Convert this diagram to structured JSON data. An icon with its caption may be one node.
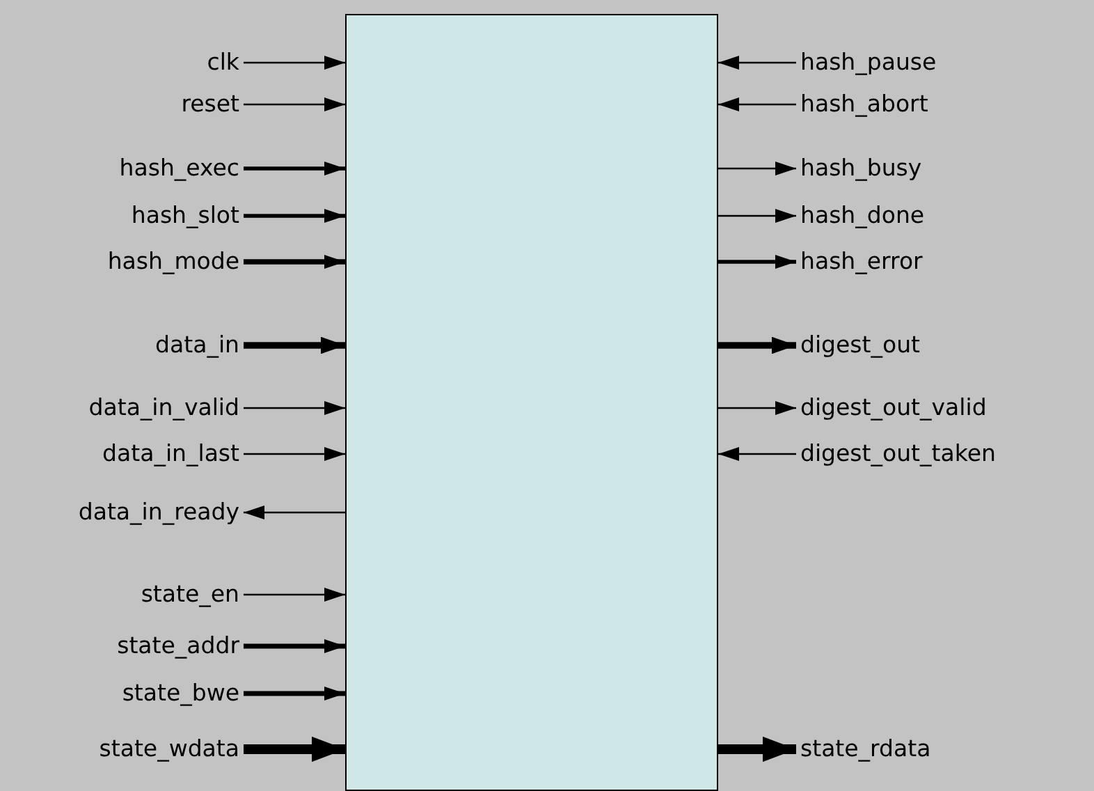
{
  "diagram": {
    "nodes": [
      {
        "text": [],
        "shape": "box"
      },
      {
        "text": [
          "clk"
        ]
      },
      {
        "text": [
          "reset"
        ]
      },
      {
        "text": [
          "hash_exec"
        ]
      },
      {
        "text": [
          "hash_slot"
        ]
      },
      {
        "text": [
          "hash_mode"
        ]
      },
      {
        "text": [
          "data_in"
        ]
      },
      {
        "text": [
          "data_in_valid"
        ]
      },
      {
        "text": [
          "data_in_last"
        ]
      },
      {
        "text": [
          "data_in_ready"
        ]
      },
      {
        "text": [
          "state_en"
        ]
      },
      {
        "text": [
          "state_addr"
        ]
      },
      {
        "text": [
          "state_bwe"
        ]
      },
      {
        "text": [
          "state_wdata"
        ]
      },
      {
        "text": [
          "hash_pause"
        ]
      },
      {
        "text": [
          "hash_abort"
        ]
      },
      {
        "text": [
          "hash_busy"
        ]
      },
      {
        "text": [
          "hash_done"
        ]
      },
      {
        "text": [
          "hash_error"
        ]
      },
      {
        "text": [
          "digest_out"
        ]
      },
      {
        "text": [
          "digest_out_valid"
        ]
      },
      {
        "text": [
          "digest_out_taken"
        ]
      },
      {
        "text": [
          "state_rdata"
        ]
      }
    ],
    "edges": [
      {
        "from": 1,
        "to": 0,
        "arrow": "to"
      },
      {
        "from": 2,
        "to": 0,
        "arrow": "to"
      },
      {
        "from": 3,
        "to": 0,
        "arrow": "to",
        "style": "thick"
      },
      {
        "from": 4,
        "to": 0,
        "arrow": "to",
        "style": "thick"
      },
      {
        "from": 5,
        "to": 0,
        "arrow": "to",
        "style": "thick"
      },
      {
        "from": 6,
        "to": 0,
        "arrow": "to",
        "style": "thick"
      },
      {
        "from": 7,
        "to": 0,
        "arrow": "to"
      },
      {
        "from": 8,
        "to": 0,
        "arrow": "to"
      },
      {
        "from": 0,
        "to": 9,
        "arrow": "to"
      },
      {
        "from": 10,
        "to": 0,
        "arrow": "to"
      },
      {
        "from": 11,
        "to": 0,
        "arrow": "to",
        "style": "thick"
      },
      {
        "from": 12,
        "to": 0,
        "arrow": "to",
        "style": "thick"
      },
      {
        "from": 13,
        "to": 0,
        "arrow": "to",
        "style": "thick"
      },
      {
        "from": 14,
        "to": 0,
        "arrow": "to"
      },
      {
        "from": 15,
        "to": 0,
        "arrow": "to"
      },
      {
        "from": 0,
        "to": 16,
        "arrow": "to"
      },
      {
        "from": 0,
        "to": 17,
        "arrow": "to"
      },
      {
        "from": 0,
        "to": 18,
        "arrow": "to",
        "style": "thick"
      },
      {
        "from": 0,
        "to": 19,
        "arrow": "to",
        "style": "thick"
      },
      {
        "from": 0,
        "to": 20,
        "arrow": "to"
      },
      {
        "from": 21,
        "to": 0,
        "arrow": "to"
      },
      {
        "from": 0,
        "to": 22,
        "arrow": "to",
        "style": "thick"
      }
    ]
  }
}
